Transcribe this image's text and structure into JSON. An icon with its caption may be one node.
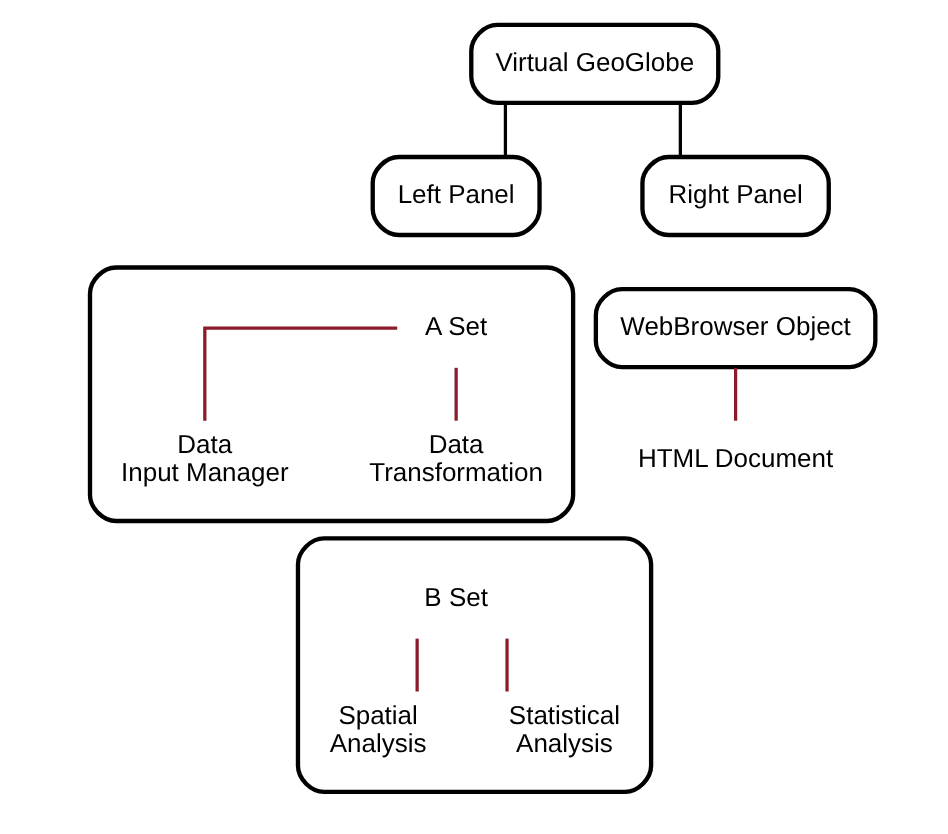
{
  "diagram": {
    "nodes": [
      {
        "text": [
          "Virtual GeoGlobe"
        ]
      },
      {
        "text": [
          "Left Panel"
        ]
      },
      {
        "text": [
          "Right Panel"
        ]
      },
      {
        "text": [],
        "shape": "box"
      },
      {
        "text": [
          "A Set"
        ],
        "in": 3
      },
      {
        "text": [
          "Data Input Manager"
        ],
        "in": 3
      },
      {
        "text": [
          "Data Transformation"
        ],
        "in": 3
      },
      {
        "text": [],
        "shape": "box"
      },
      {
        "text": [
          "B Set"
        ],
        "in": 7
      },
      {
        "text": [
          "Spatial Analysis"
        ],
        "in": 7
      },
      {
        "text": [
          "Statistical Analysis"
        ],
        "in": 7
      },
      {
        "text": [
          "WebBrowser Object"
        ]
      },
      {
        "text": [
          "HTML Document"
        ]
      }
    ],
    "edges": [
      {
        "from": 0,
        "to": 1,
        "arrow": "none",
        "color": "#000000"
      },
      {
        "from": 0,
        "to": 2,
        "arrow": "none",
        "color": "#000000"
      },
      {
        "from": 4,
        "to": 5,
        "arrow": "none"
      },
      {
        "from": 4,
        "to": 6,
        "arrow": "none"
      },
      {
        "from": 8,
        "to": 9,
        "arrow": "none"
      },
      {
        "from": 8,
        "to": 10,
        "arrow": "none"
      },
      {
        "from": 11,
        "to": 12,
        "arrow": "none"
      }
    ]
  }
}
